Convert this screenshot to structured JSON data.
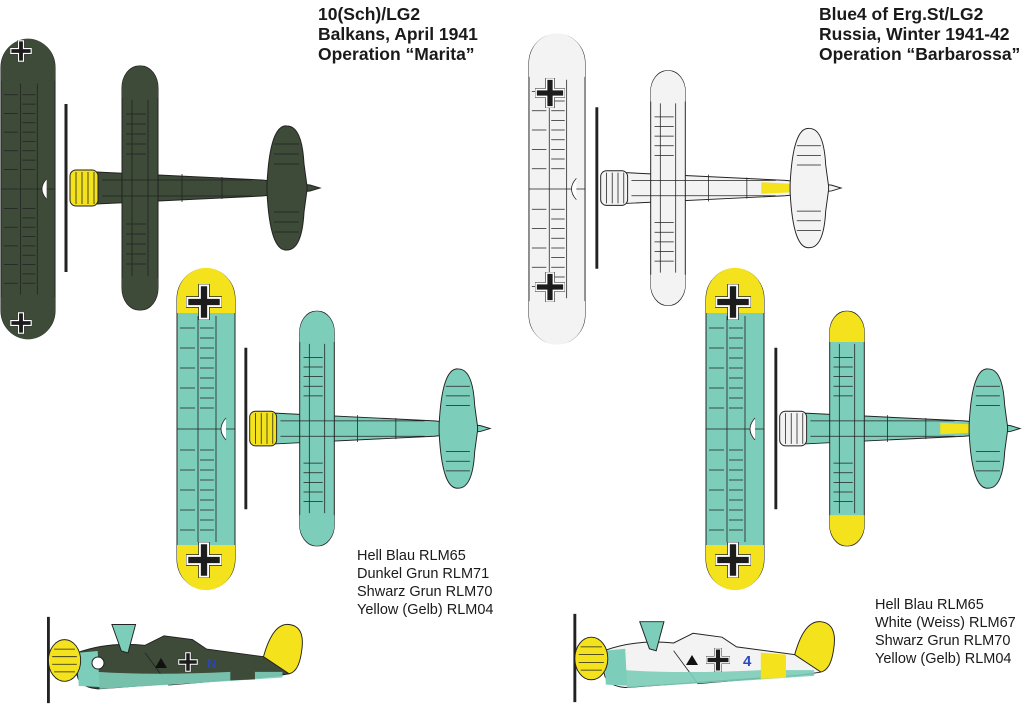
{
  "schemes": [
    {
      "title": [
        "10(Sch)/LG2",
        "Balkans, April 1941",
        "Operation “Marita”"
      ],
      "legend": [
        "Hell Blau RLM65",
        "Dunkel Grun RLM71",
        "Shwarz Grun RLM70",
        "Yellow (Gelb) RLM04"
      ],
      "side_code_letter": "N"
    },
    {
      "title": [
        "Blue4 of Erg.St/LG2",
        "Russia, Winter 1941-42",
        "Operation “Barbarossa”"
      ],
      "legend": [
        "Hell Blau RLM65",
        "White (Weiss) RLM67",
        "Shwarz Grun RLM70",
        "Yellow (Gelb) RLM04"
      ],
      "side_code_number": "4"
    }
  ],
  "colors": {
    "dunkel_grun": "#3d4b38",
    "hell_blau": "#7ccdb9",
    "weiss": "#f3f3f3",
    "gelb": "#f4e21c",
    "black": "#1c1c1c"
  }
}
